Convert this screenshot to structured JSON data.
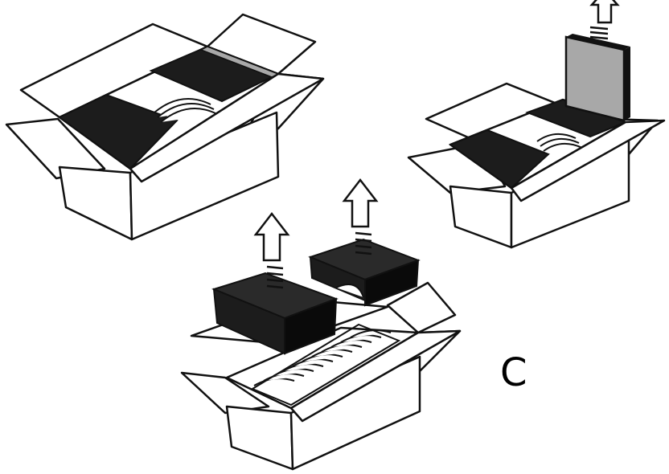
{
  "step_label": "C",
  "colors": {
    "outline": "#111111",
    "cardboard": "#ffffff",
    "foam_block": "#1c1c1c",
    "foam_side": "#0a0a0a",
    "sleeve": "#a8a8a8",
    "arrow": "#ffffff"
  },
  "figures": [
    {
      "name": "box-closed-foam",
      "state": "foam inserts in place"
    },
    {
      "name": "box-remove-sleeve",
      "state": "accessory sleeve lifted out"
    },
    {
      "name": "box-remove-foam",
      "state": "foam end blocks lifted out, product exposed"
    }
  ]
}
